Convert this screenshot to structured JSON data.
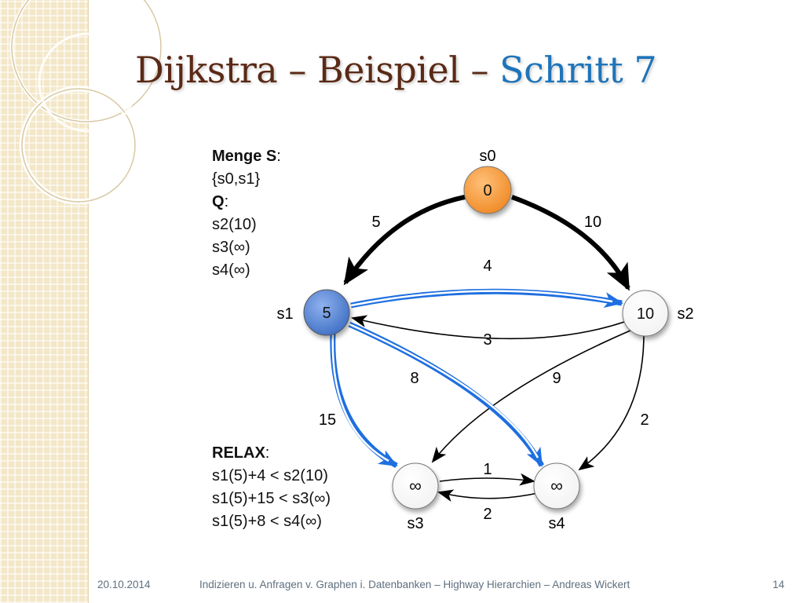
{
  "title": {
    "main": "Dijkstra – Beispiel – ",
    "highlight": "Schritt 7"
  },
  "info": {
    "set_label": "Menge S",
    "set_value": "{s0,s1}",
    "queue_label": "Q",
    "queue": [
      "s2(10)",
      "s3(∞)",
      "s4(∞)"
    ]
  },
  "relax": {
    "label": "RELAX",
    "lines": [
      "s1(5)+4 < s2(10)",
      "s1(5)+15 < s3(∞)",
      "s1(5)+8 < s4(∞)"
    ]
  },
  "graph": {
    "nodes": [
      {
        "id": "s0",
        "name": "s0",
        "dist": "0",
        "state": "start"
      },
      {
        "id": "s1",
        "name": "s1",
        "dist": "5",
        "state": "current"
      },
      {
        "id": "s2",
        "name": "s2",
        "dist": "10",
        "state": "open"
      },
      {
        "id": "s3",
        "name": "s3",
        "dist": "∞",
        "state": "open"
      },
      {
        "id": "s4",
        "name": "s4",
        "dist": "∞",
        "state": "open"
      }
    ],
    "edges": [
      {
        "from": "s0",
        "to": "s1",
        "weight": "5",
        "style": "tree"
      },
      {
        "from": "s0",
        "to": "s2",
        "weight": "10",
        "style": "tree"
      },
      {
        "from": "s1",
        "to": "s2",
        "weight": "4",
        "style": "relax"
      },
      {
        "from": "s2",
        "to": "s1",
        "weight": "3",
        "style": "normal"
      },
      {
        "from": "s1",
        "to": "s3",
        "weight": "15",
        "style": "relax"
      },
      {
        "from": "s1",
        "to": "s4",
        "weight": "8",
        "style": "relax"
      },
      {
        "from": "s2",
        "to": "s3",
        "weight": "9",
        "style": "normal"
      },
      {
        "from": "s2",
        "to": "s4",
        "weight": "2",
        "style": "normal"
      },
      {
        "from": "s3",
        "to": "s4",
        "weight": "1",
        "style": "normal"
      },
      {
        "from": "s4",
        "to": "s3",
        "weight": "2",
        "style": "normal"
      }
    ]
  },
  "colors": {
    "title": "#5a2a16",
    "accent": "#1f74b9",
    "start_node": "#f39a3c",
    "current_node": "#4f7fd0",
    "relax_edge": "#1e6fe0"
  },
  "footer": {
    "date": "20.10.2014",
    "text": "Indizieren u. Anfragen v. Graphen i. Datenbanken – Highway Hierarchien –  Andreas Wickert",
    "page": "14"
  }
}
